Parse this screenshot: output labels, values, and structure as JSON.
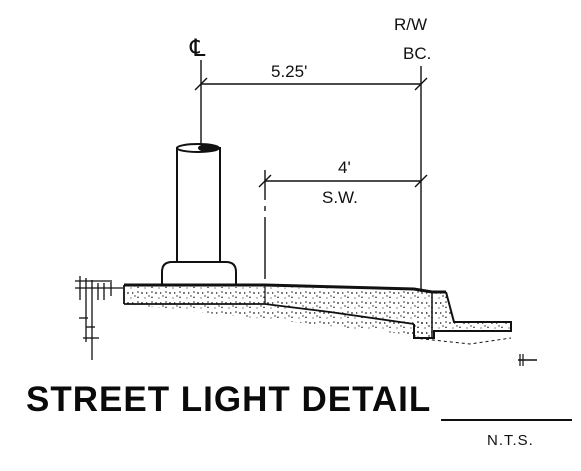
{
  "labels": {
    "right_of_way": "R/W",
    "back_of_curb": "BC.",
    "centerline_symbol": "℄",
    "dim_pole_to_rw": "5.25'",
    "dim_sidewalk": "4'",
    "sidewalk_abbrev": "S.W."
  },
  "title": "STREET LIGHT DETAIL",
  "scale_note": "N.T.S.",
  "colors": {
    "ink": "#111111",
    "background": "#ffffff"
  }
}
